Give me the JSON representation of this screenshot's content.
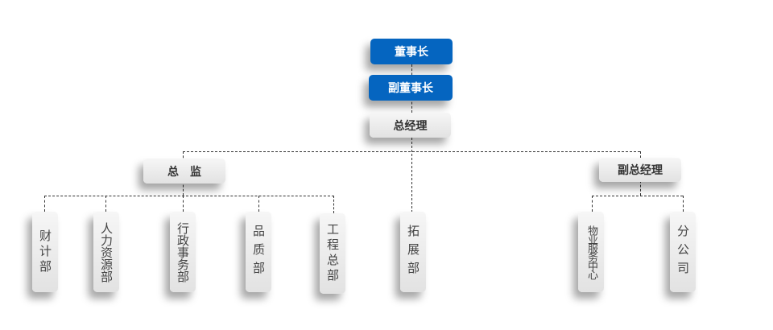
{
  "chairman": "董事长",
  "vice_chairman": "副董事长",
  "general_manager": "总经理",
  "director": "总　监",
  "deputy_gm": "副总经理",
  "expansion": "拓展部",
  "director_depts": [
    "财计部",
    "人力资源部",
    "行政事务部",
    "品质部",
    "工程总部"
  ],
  "deputy_depts": [
    "物业服务中心",
    "分公司"
  ]
}
